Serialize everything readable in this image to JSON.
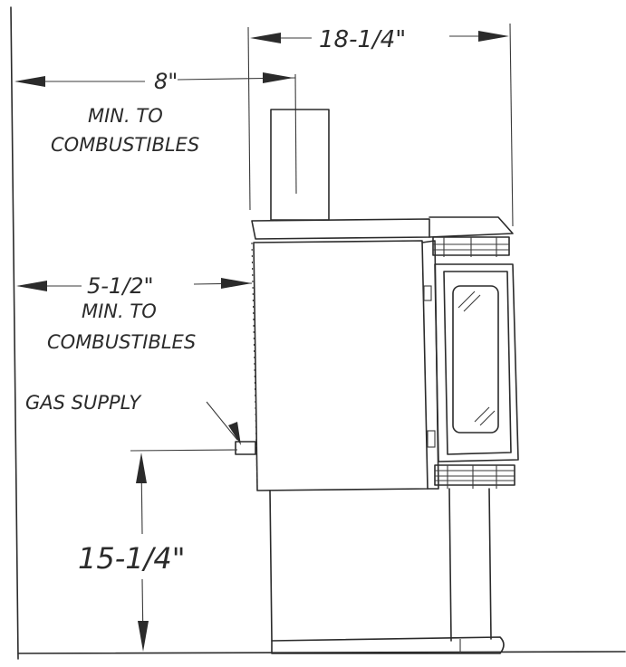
{
  "dimensions": {
    "width_label": "18-1/4\"",
    "rear_clearance_label": "8\"",
    "rear_clearance_note_1": "MIN. TO",
    "rear_clearance_note_2": "COMBUSTIBLES",
    "side_clearance_label": "5-1/2\"",
    "side_clearance_note_1": "MIN. TO",
    "side_clearance_note_2": "COMBUSTIBLES",
    "gas_supply_label": "GAS SUPPLY",
    "height_label": "15-1/4\""
  },
  "colors": {
    "ink": "#2b2b2b",
    "paper": "#ffffff"
  }
}
